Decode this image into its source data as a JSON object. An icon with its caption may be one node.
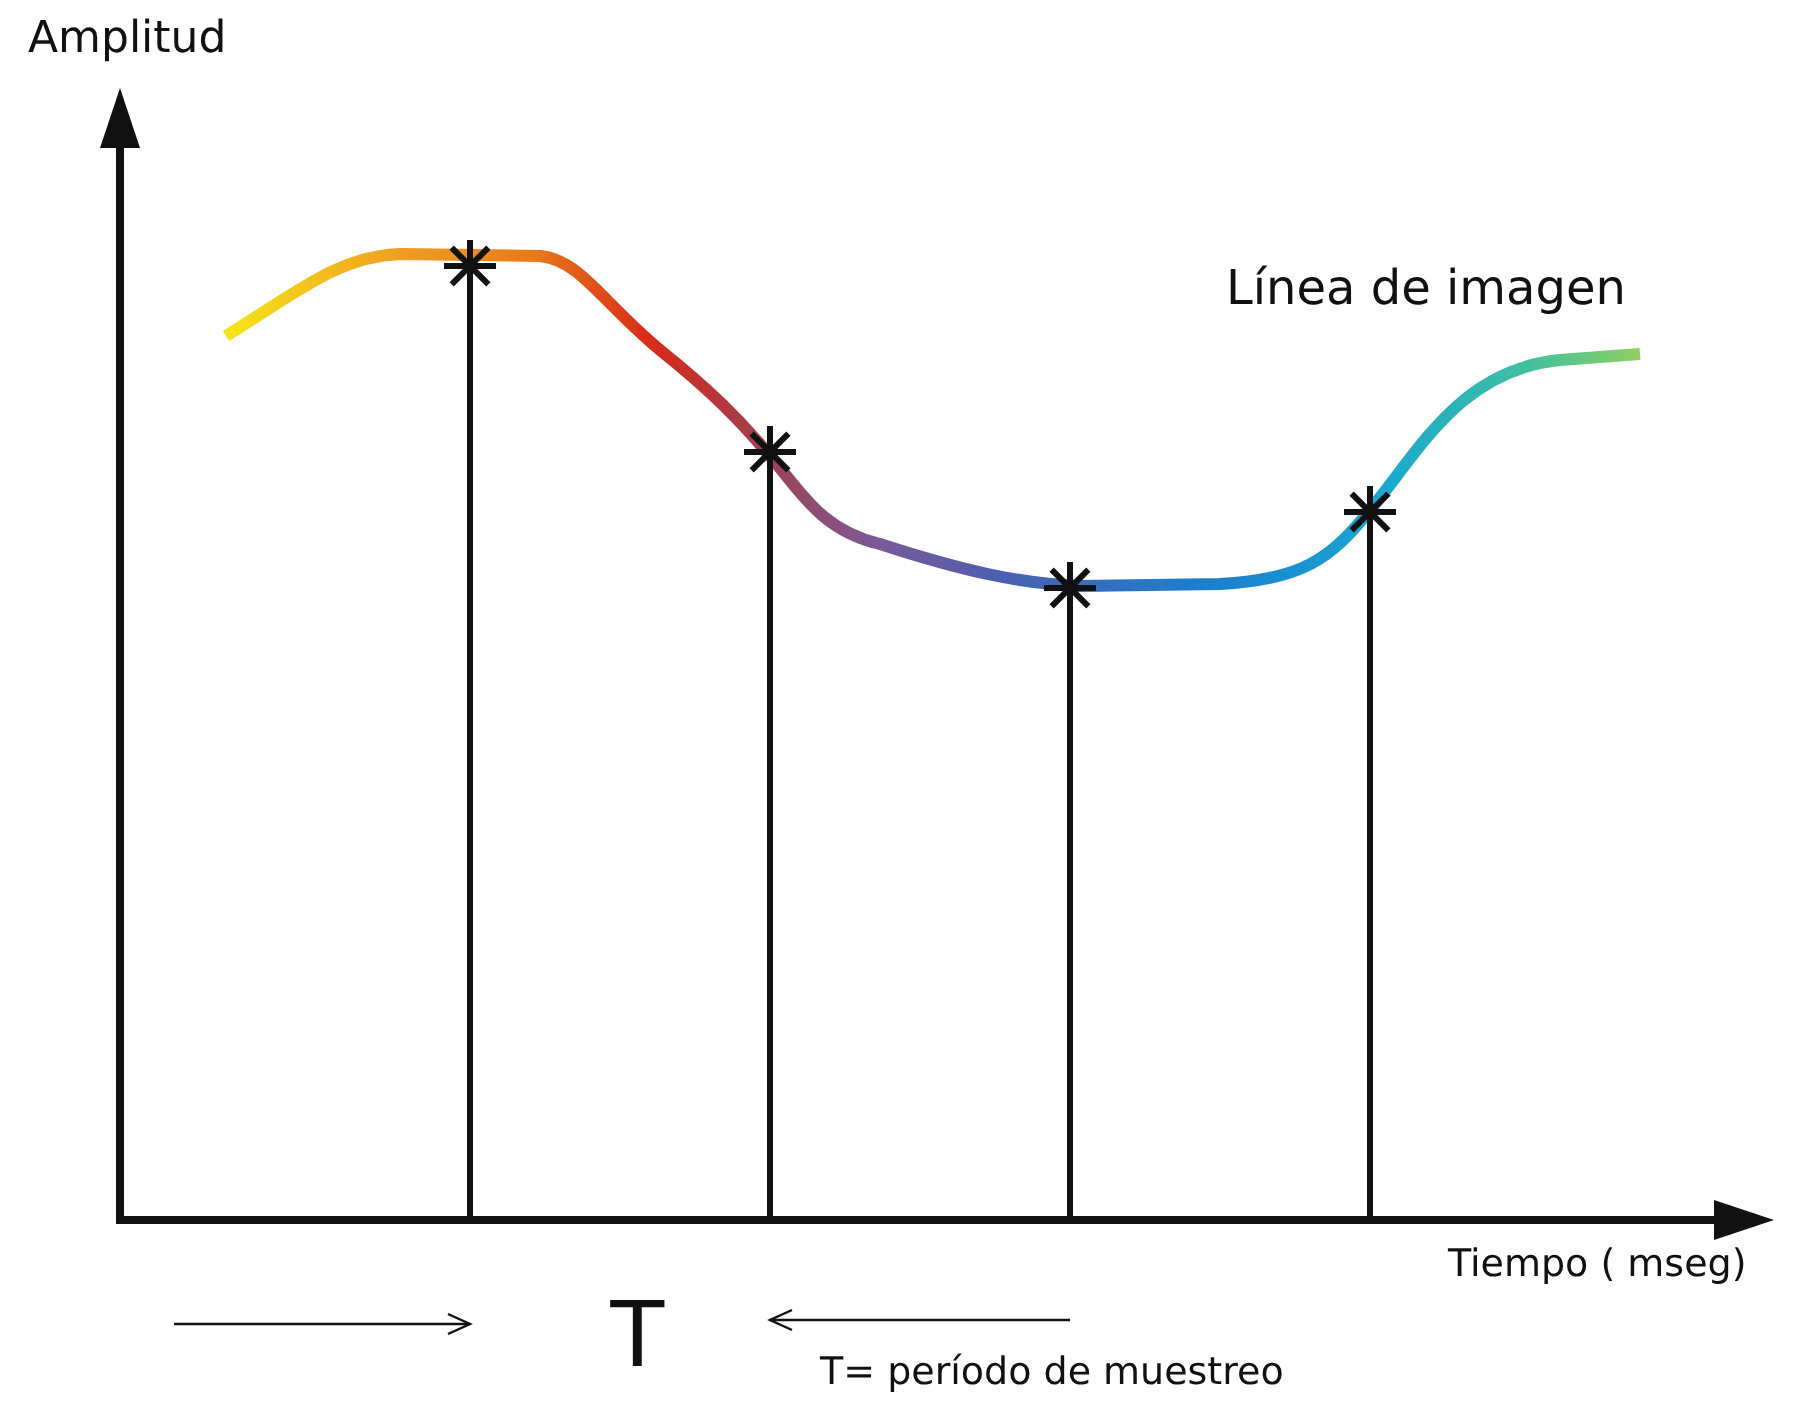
{
  "diagram": {
    "labels": [
      "Amplitud",
      "Línea de imagen",
      "Tiempo ( mseg)",
      "T",
      "T= período de muestreo"
    ]
  }
}
